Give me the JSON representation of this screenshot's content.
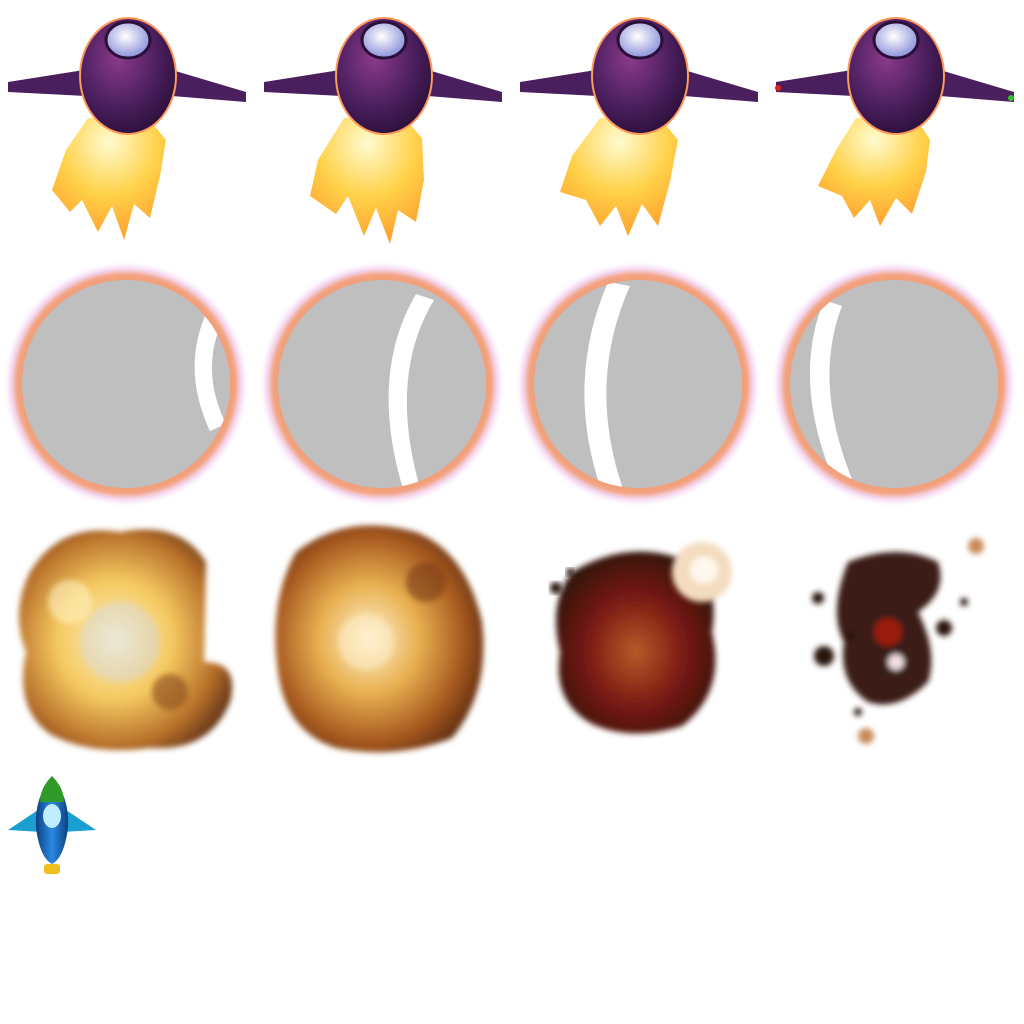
{
  "sprite_sheet": {
    "grid": {
      "columns": 4,
      "rows": 4
    },
    "rows": [
      {
        "id": "ship-thrust",
        "frames": 4,
        "frame_names": [
          "ship-thrust-frame-1",
          "ship-thrust-frame-2",
          "ship-thrust-frame-3",
          "ship-thrust-frame-4"
        ],
        "colors": {
          "hull": "#4a1f5e",
          "hull_highlight": "#a04a7a",
          "canopy": "#b8c4f0",
          "flame_core": "#fffbd0",
          "flame_mid": "#ffd24a",
          "flame_edge": "#ff9a2a"
        },
        "wingtip_lights": {
          "frame": 4,
          "left": "#e02020",
          "right": "#30c030"
        }
      },
      {
        "id": "shield-bubble",
        "frames": 4,
        "frame_names": [
          "shield-frame-1",
          "shield-frame-2",
          "shield-frame-3",
          "shield-frame-4"
        ],
        "colors": {
          "fill": "#bfbfbf",
          "rim": "#f2a07a",
          "glow": "#f0c8f0",
          "crescent": "#ffffff"
        }
      },
      {
        "id": "explosion",
        "frames": 4,
        "frame_names": [
          "explosion-frame-1",
          "explosion-frame-2",
          "explosion-frame-3",
          "explosion-frame-4"
        ],
        "colors": {
          "fire": "#f4c860",
          "hot": "#fff2c0",
          "smoke": "#6a3a1a",
          "ember": "#9a1a10",
          "dark": "#2a1410"
        }
      },
      {
        "id": "player-icon",
        "frames": 1,
        "frame_names": [
          "player-ship-icon"
        ],
        "colors": {
          "hull": "#1f6fc8",
          "wing": "#1aa0d0",
          "nose": "#2f9a2a",
          "canopy": "#c0ecff",
          "nozzle": "#f0c020"
        }
      }
    ]
  }
}
